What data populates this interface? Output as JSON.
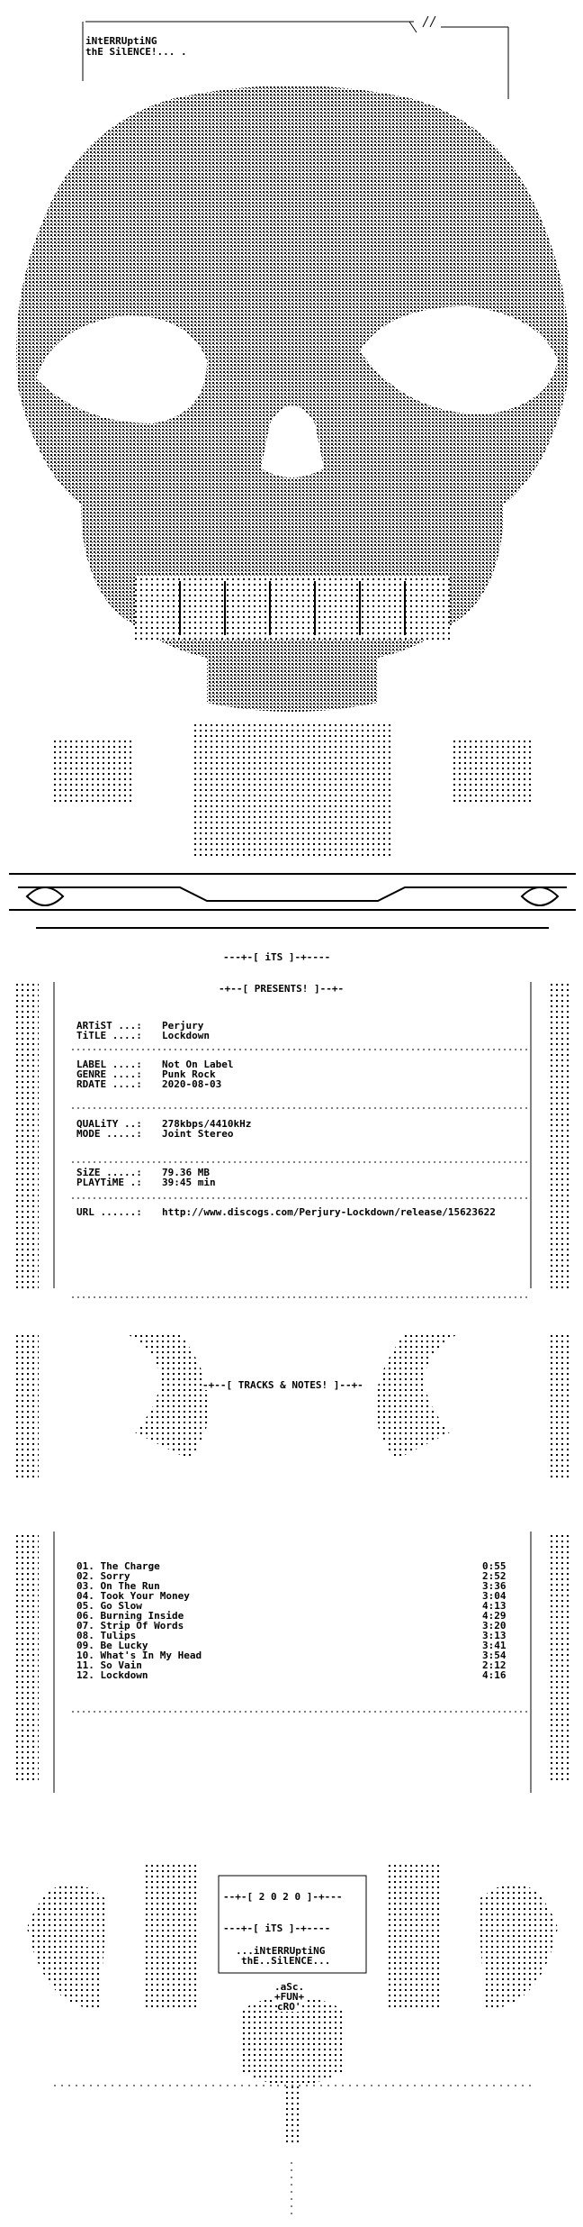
{
  "header": {
    "group_line1": "iNtERRUptiNG",
    "group_line2": "thE SilENCE!... ."
  },
  "presents": {
    "its_label": "---+-[ iTS ]-+----",
    "presents_label": "-+--[ PRESENTS! ]--+-"
  },
  "release": {
    "artist_key": "ARTiST ...:",
    "artist": "Perjury",
    "title_key": "TiTLE ....:",
    "title": "Lockdown",
    "label_key": "LABEL ....:",
    "label": "Not On Label",
    "genre_key": "GENRE ....:",
    "genre": "Punk Rock",
    "rdate_key": "RDATE ....:",
    "rdate": "2020-08-03",
    "quality_key": "QUALiTY ..:",
    "quality": "278kbps/4410kHz",
    "mode_key": "MODE .....:",
    "mode": "Joint Stereo",
    "size_key": "SiZE .....:",
    "size": "79.36 MB",
    "playtime_key": "PLAYTiME .:",
    "playtime": "39:45 min",
    "url_key": "URL ......:",
    "url": "http://www.discogs.com/Perjury-Lockdown/release/15623622"
  },
  "tracks_header": "-+--[ TRACKS & NOTES! ]--+-",
  "tracks": [
    {
      "num": "01.",
      "title": "The Charge",
      "time": "0:55"
    },
    {
      "num": "02.",
      "title": "Sorry",
      "time": "2:52"
    },
    {
      "num": "03.",
      "title": "On The Run",
      "time": "3:36"
    },
    {
      "num": "04.",
      "title": "Took Your Money",
      "time": "3:04"
    },
    {
      "num": "05.",
      "title": "Go Slow",
      "time": "4:13"
    },
    {
      "num": "06.",
      "title": "Burning Inside",
      "time": "4:29"
    },
    {
      "num": "07.",
      "title": "Strip Of Words",
      "time": "3:20"
    },
    {
      "num": "08.",
      "title": "Tulips",
      "time": "3:13"
    },
    {
      "num": "09.",
      "title": "Be Lucky",
      "time": "3:41"
    },
    {
      "num": "10.",
      "title": "What's In My Head",
      "time": "3:54"
    },
    {
      "num": "11.",
      "title": "So Vain",
      "time": "2:12"
    },
    {
      "num": "12.",
      "title": "Lockdown",
      "time": "4:16"
    }
  ],
  "footer": {
    "year_label": "--+-[ 2 0 2 0 ]-+---",
    "its_label": "---+-[ iTS ]-+----",
    "group_line1": "...iNtERRUptiNG",
    "group_line2": "thE..SilENCE...",
    "credit1": ".aSc.",
    "credit2": "+FUN+",
    "credit3": "cRO'"
  }
}
